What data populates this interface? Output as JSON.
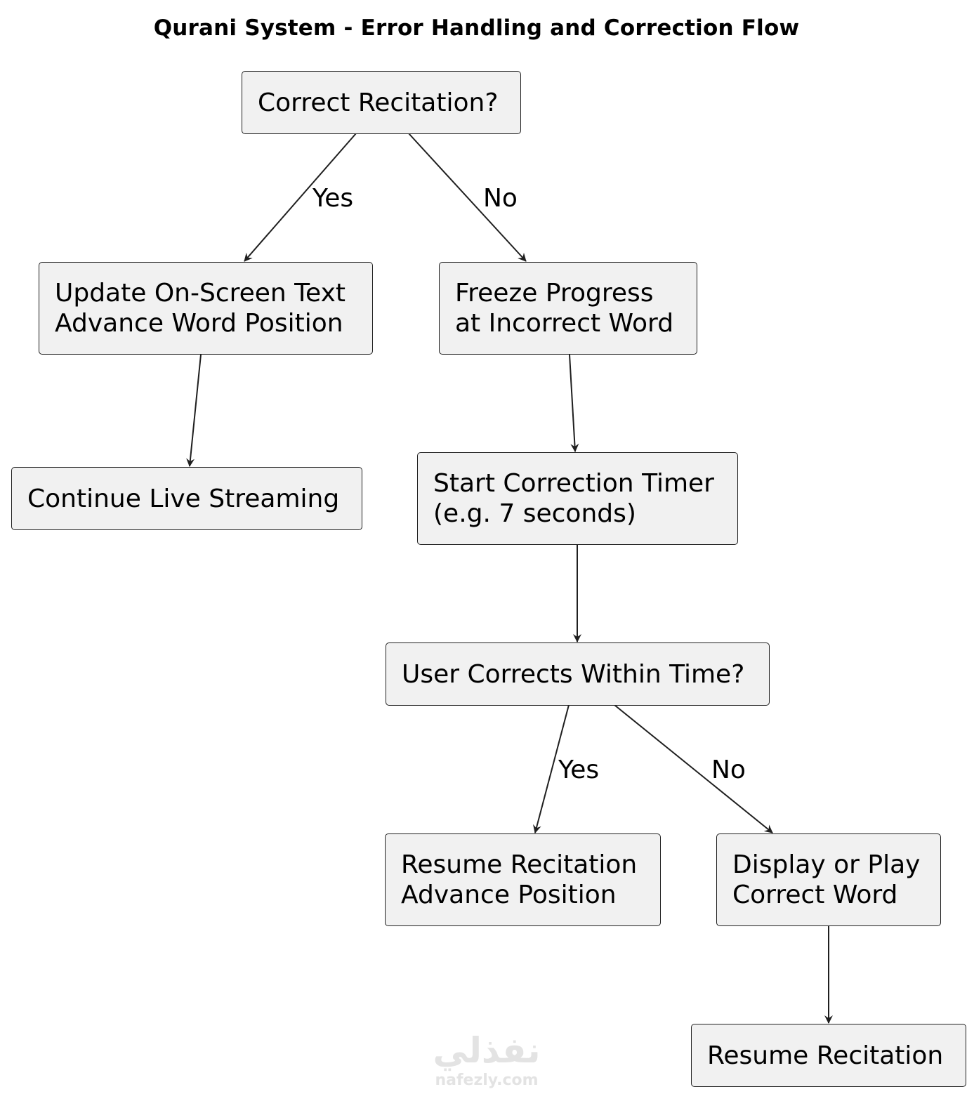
{
  "title": "Qurani System - Error Handling and Correction Flow",
  "colors": {
    "node_fill": "#f1f1f1",
    "node_border": "#1f1f1f",
    "edge": "#1f1f1f",
    "text": "#000000",
    "watermark": "#e3e3e3"
  },
  "nodes": {
    "correct_recitation": [
      "Correct Recitation?"
    ],
    "update_text": [
      "Update On-Screen Text",
      "Advance Word Position"
    ],
    "freeze_progress": [
      "Freeze Progress",
      "at Incorrect Word"
    ],
    "continue_streaming": [
      "Continue Live Streaming"
    ],
    "start_timer": [
      "Start Correction Timer",
      "(e.g. 7 seconds)"
    ],
    "user_corrects": [
      "User Corrects Within Time?"
    ],
    "resume_advance": [
      "Resume Recitation",
      "Advance Position"
    ],
    "display_play": [
      "Display or Play",
      "Correct Word"
    ],
    "resume_recitation": [
      "Resume Recitation"
    ]
  },
  "edges": [
    {
      "from": "correct_recitation",
      "to": "update_text",
      "label": "Yes"
    },
    {
      "from": "correct_recitation",
      "to": "freeze_progress",
      "label": "No"
    },
    {
      "from": "update_text",
      "to": "continue_streaming",
      "label": ""
    },
    {
      "from": "freeze_progress",
      "to": "start_timer",
      "label": ""
    },
    {
      "from": "start_timer",
      "to": "user_corrects",
      "label": ""
    },
    {
      "from": "user_corrects",
      "to": "resume_advance",
      "label": "Yes"
    },
    {
      "from": "user_corrects",
      "to": "display_play",
      "label": "No"
    },
    {
      "from": "display_play",
      "to": "resume_recitation",
      "label": ""
    }
  ],
  "watermark": {
    "logo_text": "نفذلي",
    "url": "nafezly.com"
  }
}
